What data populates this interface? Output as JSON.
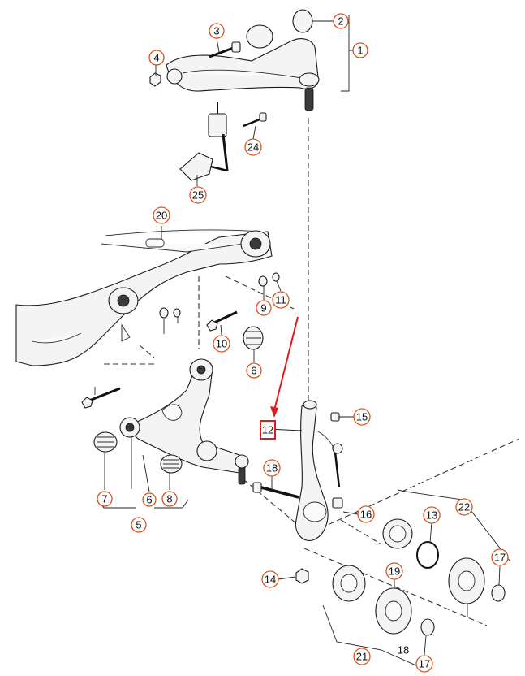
{
  "diagram": {
    "callouts": [
      "1",
      "2",
      "3",
      "4",
      "24",
      "25",
      "20",
      "9",
      "11",
      "10",
      "6",
      "15",
      "12",
      "7",
      "6",
      "8",
      "5",
      "18",
      "16",
      "13",
      "22",
      "17",
      "14",
      "19",
      "21",
      "18",
      "17"
    ],
    "highlighted_label": "12",
    "colors": {
      "callout_ring": "#d9541e",
      "highlight": "#e01b1b",
      "line": "#1a1a1a"
    }
  }
}
